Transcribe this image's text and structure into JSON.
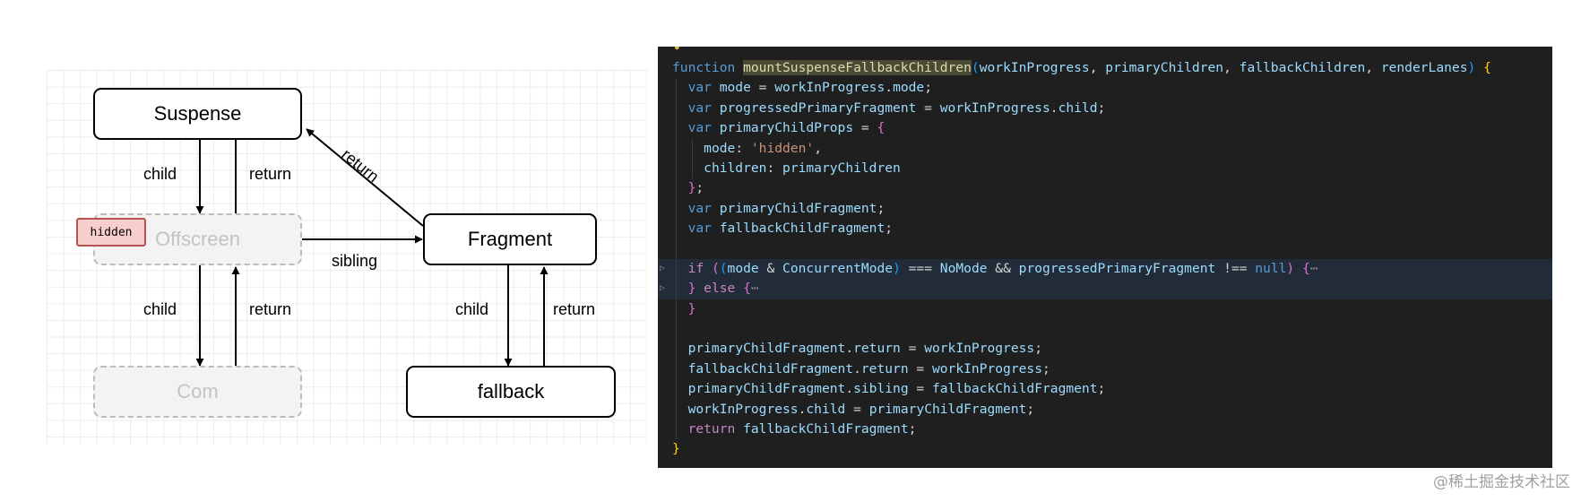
{
  "diagram": {
    "nodes": {
      "suspense": "Suspense",
      "offscreen": "Offscreen",
      "com": "Com",
      "fragment": "Fragment",
      "fallback": "fallback"
    },
    "badge": "hidden",
    "edges": {
      "suspense_child": "child",
      "suspense_return": "return",
      "offscreen_child": "child",
      "offscreen_return": "return",
      "fragment_return": "return",
      "sibling": "sibling",
      "fragment_child": "child",
      "fallback_return": "return"
    }
  },
  "code": {
    "lines": [
      [
        [
          "kw",
          "function "
        ],
        [
          "fnhl",
          "mountSuspenseFallbackChildren"
        ],
        [
          "b3",
          "("
        ],
        [
          "var",
          "workInProgress"
        ],
        [
          "plain",
          ", "
        ],
        [
          "var",
          "primaryChildren"
        ],
        [
          "plain",
          ", "
        ],
        [
          "var",
          "fallbackChildren"
        ],
        [
          "plain",
          ", "
        ],
        [
          "var",
          "renderLanes"
        ],
        [
          "b3",
          ")"
        ],
        [
          "plain",
          " "
        ],
        [
          "b1",
          "{"
        ]
      ],
      [
        [
          "plain",
          "  "
        ],
        [
          "kw",
          "var "
        ],
        [
          "var",
          "mode"
        ],
        [
          "plain",
          " = "
        ],
        [
          "var",
          "workInProgress"
        ],
        [
          "plain",
          "."
        ],
        [
          "var",
          "mode"
        ],
        [
          "plain",
          ";"
        ]
      ],
      [
        [
          "plain",
          "  "
        ],
        [
          "kw",
          "var "
        ],
        [
          "var",
          "progressedPrimaryFragment"
        ],
        [
          "plain",
          " = "
        ],
        [
          "var",
          "workInProgress"
        ],
        [
          "plain",
          "."
        ],
        [
          "var",
          "child"
        ],
        [
          "plain",
          ";"
        ]
      ],
      [
        [
          "plain",
          "  "
        ],
        [
          "kw",
          "var "
        ],
        [
          "var",
          "primaryChildProps"
        ],
        [
          "plain",
          " = "
        ],
        [
          "b2",
          "{"
        ]
      ],
      [
        [
          "plain",
          "    "
        ],
        [
          "var",
          "mode"
        ],
        [
          "plain",
          ": "
        ],
        [
          "str",
          "'hidden'"
        ],
        [
          "plain",
          ","
        ]
      ],
      [
        [
          "plain",
          "    "
        ],
        [
          "var",
          "children"
        ],
        [
          "plain",
          ": "
        ],
        [
          "var",
          "primaryChildren"
        ]
      ],
      [
        [
          "plain",
          "  "
        ],
        [
          "b2",
          "}"
        ],
        [
          "plain",
          ";"
        ]
      ],
      [
        [
          "plain",
          "  "
        ],
        [
          "kw",
          "var "
        ],
        [
          "var",
          "primaryChildFragment"
        ],
        [
          "plain",
          ";"
        ]
      ],
      [
        [
          "plain",
          "  "
        ],
        [
          "kw",
          "var "
        ],
        [
          "var",
          "fallbackChildFragment"
        ],
        [
          "plain",
          ";"
        ]
      ],
      [],
      [
        [
          "plain",
          "  "
        ],
        [
          "ctl",
          "if "
        ],
        [
          "b2",
          "("
        ],
        [
          "b3",
          "("
        ],
        [
          "var",
          "mode"
        ],
        [
          "plain",
          " & "
        ],
        [
          "var",
          "ConcurrentMode"
        ],
        [
          "b3",
          ")"
        ],
        [
          "plain",
          " === "
        ],
        [
          "var",
          "NoMode"
        ],
        [
          "plain",
          " && "
        ],
        [
          "var",
          "progressedPrimaryFragment"
        ],
        [
          "plain",
          " !== "
        ],
        [
          "kw",
          "null"
        ],
        [
          "b2",
          ")"
        ],
        [
          "plain",
          " "
        ],
        [
          "b2",
          "{"
        ],
        [
          "ell",
          "⋯"
        ]
      ],
      [
        [
          "plain",
          "  "
        ],
        [
          "b2",
          "}"
        ],
        [
          "plain",
          " "
        ],
        [
          "ctl",
          "else "
        ],
        [
          "b2",
          "{"
        ],
        [
          "ell",
          "⋯"
        ]
      ],
      [
        [
          "plain",
          "  "
        ],
        [
          "b2",
          "}"
        ]
      ],
      [],
      [
        [
          "plain",
          "  "
        ],
        [
          "var",
          "primaryChildFragment"
        ],
        [
          "plain",
          "."
        ],
        [
          "var",
          "return"
        ],
        [
          "plain",
          " = "
        ],
        [
          "var",
          "workInProgress"
        ],
        [
          "plain",
          ";"
        ]
      ],
      [
        [
          "plain",
          "  "
        ],
        [
          "var",
          "fallbackChildFragment"
        ],
        [
          "plain",
          "."
        ],
        [
          "var",
          "return"
        ],
        [
          "plain",
          " = "
        ],
        [
          "var",
          "workInProgress"
        ],
        [
          "plain",
          ";"
        ]
      ],
      [
        [
          "plain",
          "  "
        ],
        [
          "var",
          "primaryChildFragment"
        ],
        [
          "plain",
          "."
        ],
        [
          "var",
          "sibling"
        ],
        [
          "plain",
          " = "
        ],
        [
          "var",
          "fallbackChildFragment"
        ],
        [
          "plain",
          ";"
        ]
      ],
      [
        [
          "plain",
          "  "
        ],
        [
          "var",
          "workInProgress"
        ],
        [
          "plain",
          "."
        ],
        [
          "var",
          "child"
        ],
        [
          "plain",
          " = "
        ],
        [
          "var",
          "primaryChildFragment"
        ],
        [
          "plain",
          ";"
        ]
      ],
      [
        [
          "plain",
          "  "
        ],
        [
          "ctl",
          "return "
        ],
        [
          "var",
          "fallbackChildFragment"
        ],
        [
          "plain",
          ";"
        ]
      ],
      [
        [
          "b1",
          "}"
        ]
      ]
    ],
    "highlighted_lines": [
      10,
      11
    ]
  },
  "watermark": "@稀土掘金技术社区"
}
